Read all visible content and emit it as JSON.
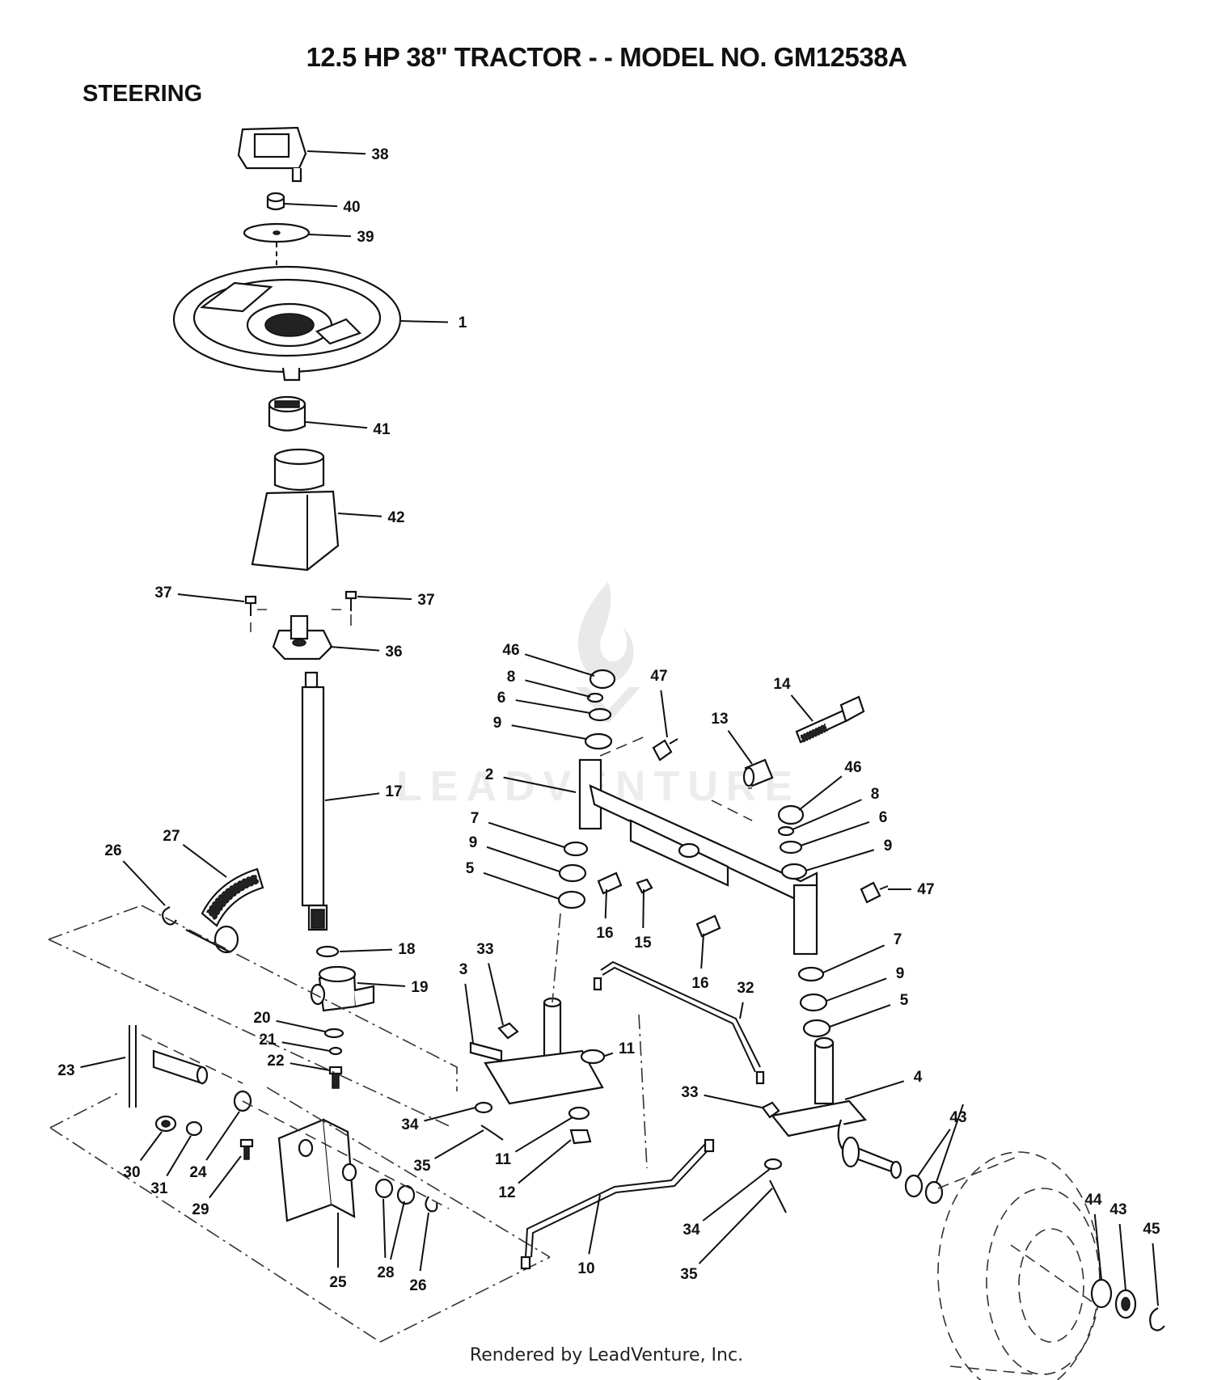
{
  "header": {
    "title": "12.5 HP 38\" TRACTOR - - MODEL NO.  GM12538A",
    "section": "STEERING"
  },
  "watermark": {
    "text": "LEADVENTURE"
  },
  "footer": {
    "text": "Rendered by LeadVenture, Inc."
  },
  "callouts": [
    {
      "id": "c38",
      "label": "38"
    },
    {
      "id": "c40",
      "label": "40"
    },
    {
      "id": "c39",
      "label": "39"
    },
    {
      "id": "c1",
      "label": "1"
    },
    {
      "id": "c41",
      "label": "41"
    },
    {
      "id": "c42",
      "label": "42"
    },
    {
      "id": "c37a",
      "label": "37"
    },
    {
      "id": "c37b",
      "label": "37"
    },
    {
      "id": "c36",
      "label": "36"
    },
    {
      "id": "c17",
      "label": "17"
    },
    {
      "id": "c26a",
      "label": "26"
    },
    {
      "id": "c27",
      "label": "27"
    },
    {
      "id": "c18",
      "label": "18"
    },
    {
      "id": "c19",
      "label": "19"
    },
    {
      "id": "c20",
      "label": "20"
    },
    {
      "id": "c21",
      "label": "21"
    },
    {
      "id": "c22",
      "label": "22"
    },
    {
      "id": "c23",
      "label": "23"
    },
    {
      "id": "c30",
      "label": "30"
    },
    {
      "id": "c31",
      "label": "31"
    },
    {
      "id": "c24",
      "label": "24"
    },
    {
      "id": "c29",
      "label": "29"
    },
    {
      "id": "c25",
      "label": "25"
    },
    {
      "id": "c28",
      "label": "28"
    },
    {
      "id": "c26b",
      "label": "26"
    },
    {
      "id": "c46a",
      "label": "46"
    },
    {
      "id": "c8a",
      "label": "8"
    },
    {
      "id": "c6a",
      "label": "6"
    },
    {
      "id": "c9a",
      "label": "9"
    },
    {
      "id": "c47a",
      "label": "47"
    },
    {
      "id": "c14",
      "label": "14"
    },
    {
      "id": "c13",
      "label": "13"
    },
    {
      "id": "c2",
      "label": "2"
    },
    {
      "id": "c46b",
      "label": "46"
    },
    {
      "id": "c8b",
      "label": "8"
    },
    {
      "id": "c6b",
      "label": "6"
    },
    {
      "id": "c9b",
      "label": "9"
    },
    {
      "id": "c7a",
      "label": "7"
    },
    {
      "id": "c9c",
      "label": "9"
    },
    {
      "id": "c5a",
      "label": "5"
    },
    {
      "id": "c47b",
      "label": "47"
    },
    {
      "id": "c16a",
      "label": "16"
    },
    {
      "id": "c15",
      "label": "15"
    },
    {
      "id": "c16b",
      "label": "16"
    },
    {
      "id": "c7b",
      "label": "7"
    },
    {
      "id": "c9d",
      "label": "9"
    },
    {
      "id": "c5b",
      "label": "5"
    },
    {
      "id": "c3",
      "label": "3"
    },
    {
      "id": "c33a",
      "label": "33"
    },
    {
      "id": "c32",
      "label": "32"
    },
    {
      "id": "c11a",
      "label": "11"
    },
    {
      "id": "c33b",
      "label": "33"
    },
    {
      "id": "c4",
      "label": "4"
    },
    {
      "id": "c34a",
      "label": "34"
    },
    {
      "id": "c35a",
      "label": "35"
    },
    {
      "id": "c11b",
      "label": "11"
    },
    {
      "id": "c12",
      "label": "12"
    },
    {
      "id": "c43a",
      "label": "43"
    },
    {
      "id": "c10",
      "label": "10"
    },
    {
      "id": "c34b",
      "label": "34"
    },
    {
      "id": "c35b",
      "label": "35"
    },
    {
      "id": "c44",
      "label": "44"
    },
    {
      "id": "c43b",
      "label": "43"
    },
    {
      "id": "c45",
      "label": "45"
    }
  ]
}
